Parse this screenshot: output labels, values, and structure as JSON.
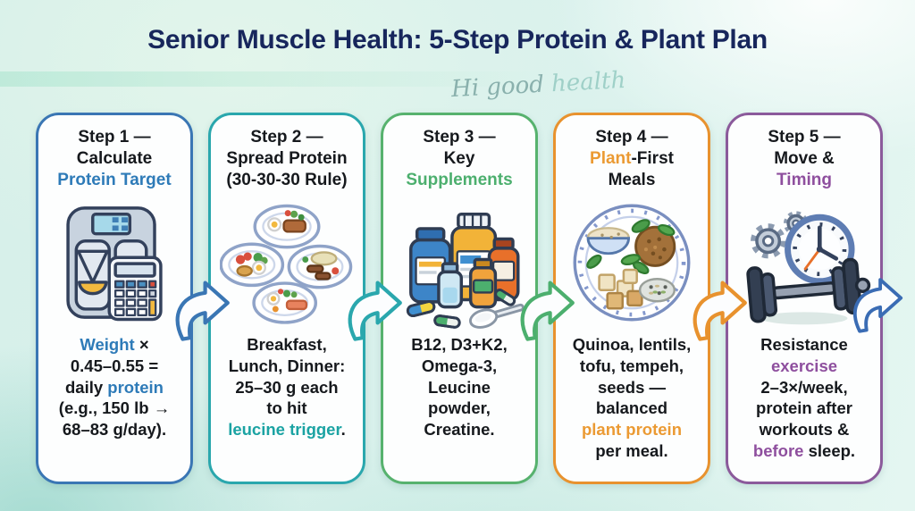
{
  "page": {
    "title": "Senior Muscle Health: 5-Step Protein & Plant Plan",
    "watermark_part1": "Hi good ",
    "watermark_part2": "health",
    "title_color": "#17265c",
    "background_color": "#d9f1ec"
  },
  "colors": {
    "dark_text": "#16191d",
    "blue": "#2e7bb8",
    "teal": "#1ba3a3",
    "green": "#4caf6e",
    "orange": "#eb9a33",
    "purple": "#8e4f9e"
  },
  "steps": [
    {
      "border_color": "#3a76b4",
      "accent_color": "#2e7bb8",
      "icon": "scale-calculator-icon",
      "heading_lines": [
        [
          {
            "t": "Step 1 —",
            "c": "dark"
          }
        ],
        [
          {
            "t": "Calculate",
            "c": "dark"
          }
        ],
        [
          {
            "t": "Protein Target",
            "c": "blue"
          }
        ]
      ],
      "body_lines": [
        [
          {
            "t": "Weight",
            "c": "blue"
          },
          {
            "t": " ×",
            "c": "dark"
          }
        ],
        [
          {
            "t": "0.45–0.55 =",
            "c": "dark"
          }
        ],
        [
          {
            "t": "daily ",
            "c": "dark"
          },
          {
            "t": "protein",
            "c": "blue"
          }
        ],
        [
          {
            "t": "(e.g., 150 lb →",
            "c": "dark"
          }
        ],
        [
          {
            "t": "68–83 g/day).",
            "c": "dark"
          }
        ]
      ]
    },
    {
      "border_color": "#2aa7ad",
      "accent_color": "#1ba3a3",
      "icon": "meal-plates-icon",
      "heading_lines": [
        [
          {
            "t": "Step 2 —",
            "c": "dark"
          }
        ],
        [
          {
            "t": "Spread Protein",
            "c": "dark"
          }
        ],
        [
          {
            "t": "(30-30-30 Rule)",
            "c": "dark"
          }
        ]
      ],
      "body_lines": [
        [
          {
            "t": "Breakfast,",
            "c": "dark"
          }
        ],
        [
          {
            "t": "Lunch, Dinner:",
            "c": "dark"
          }
        ],
        [
          {
            "t": "25–30 g each",
            "c": "dark"
          }
        ],
        [
          {
            "t": "to hit",
            "c": "dark"
          }
        ],
        [
          {
            "t": "leucine trigger",
            "c": "teal"
          },
          {
            "t": ".",
            "c": "dark"
          }
        ]
      ]
    },
    {
      "border_color": "#57b26e",
      "accent_color": "#4caf6e",
      "icon": "supplement-bottles-icon",
      "heading_lines": [
        [
          {
            "t": "Step 3 —",
            "c": "dark"
          }
        ],
        [
          {
            "t": "Key",
            "c": "dark"
          }
        ],
        [
          {
            "t": "Supplements",
            "c": "green"
          }
        ]
      ],
      "body_lines": [
        [
          {
            "t": "B12, D3+K2,",
            "c": "dark"
          }
        ],
        [
          {
            "t": "Omega-3,",
            "c": "dark"
          }
        ],
        [
          {
            "t": "Leucine",
            "c": "dark"
          }
        ],
        [
          {
            "t": "powder,",
            "c": "dark"
          }
        ],
        [
          {
            "t": "Creatine.",
            "c": "dark"
          }
        ]
      ]
    },
    {
      "border_color": "#e8922e",
      "accent_color": "#eb9a33",
      "icon": "plant-meal-plate-icon",
      "heading_lines": [
        [
          {
            "t": "Step 4 —",
            "c": "dark"
          }
        ],
        [
          {
            "t": "Plant",
            "c": "orange"
          },
          {
            "t": "-First",
            "c": "dark"
          }
        ],
        [
          {
            "t": "Meals",
            "c": "dark"
          }
        ]
      ],
      "body_lines": [
        [
          {
            "t": "Quinoa, lentils,",
            "c": "dark"
          }
        ],
        [
          {
            "t": "tofu, tempeh,",
            "c": "dark"
          }
        ],
        [
          {
            "t": "seeds —",
            "c": "dark"
          }
        ],
        [
          {
            "t": "balanced",
            "c": "dark"
          }
        ],
        [
          {
            "t": "plant protein",
            "c": "orange"
          }
        ],
        [
          {
            "t": "per meal.",
            "c": "dark"
          }
        ]
      ]
    },
    {
      "border_color": "#8b5a9b",
      "accent_color": "#8e4f9e",
      "icon": "clock-dumbbell-icon",
      "heading_lines": [
        [
          {
            "t": "Step 5 —",
            "c": "dark"
          }
        ],
        [
          {
            "t": "Move &",
            "c": "dark"
          }
        ],
        [
          {
            "t": "Timing",
            "c": "purple"
          }
        ]
      ],
      "body_lines": [
        [
          {
            "t": "Resistance",
            "c": "dark"
          }
        ],
        [
          {
            "t": "exercise",
            "c": "purple"
          }
        ],
        [
          {
            "t": "2–3×/week,",
            "c": "dark"
          }
        ],
        [
          {
            "t": "protein after",
            "c": "dark"
          }
        ],
        [
          {
            "t": "workouts &",
            "c": "dark"
          }
        ],
        [
          {
            "t": "before",
            "c": "purple"
          },
          {
            "t": " sleep.",
            "c": "dark"
          }
        ]
      ]
    }
  ],
  "arrows": [
    {
      "name": "step-1-to-2",
      "color": "#3a76b4"
    },
    {
      "name": "step-2-to-3",
      "color": "#2aa7ad"
    },
    {
      "name": "step-3-to-4",
      "color": "#4caf6e"
    },
    {
      "name": "step-4-to-5",
      "color": "#e8922e"
    },
    {
      "name": "step-5-onward",
      "color": "#3a6cb4"
    }
  ]
}
